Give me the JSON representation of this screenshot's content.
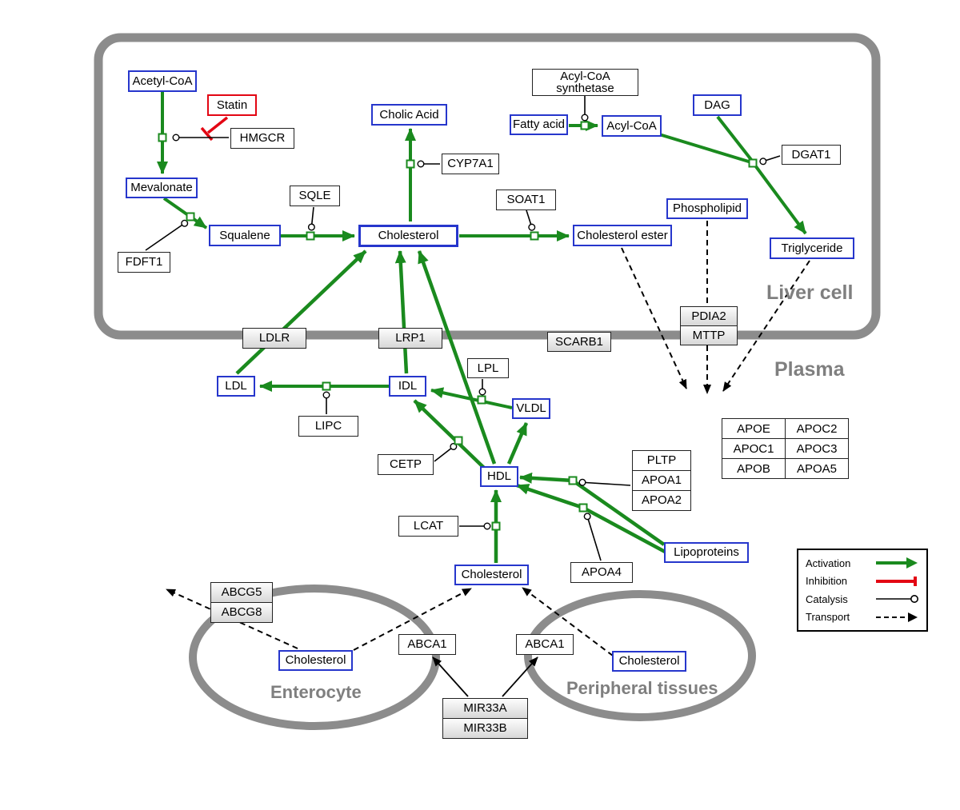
{
  "regions": {
    "liver_cell": "Liver cell",
    "plasma": "Plasma",
    "enterocyte": "Enterocyte",
    "peripheral_tissues": "Peripheral tissues"
  },
  "nodes": {
    "acetyl_coa": "Acetyl-CoA",
    "statin": "Statin",
    "hmgcr": "HMGCR",
    "mevalonate": "Mevalonate",
    "fdft1": "FDFT1",
    "squalene": "Squalene",
    "sqle": "SQLE",
    "cholic_acid": "Cholic Acid",
    "cyp7a1": "CYP7A1",
    "cholesterol_liver": "Cholesterol",
    "soat1": "SOAT1",
    "cholesterol_ester": "Cholesterol ester",
    "acyl_coa_synthetase": "Acyl-CoA synthetase",
    "fatty_acid": "Fatty acid",
    "acyl_coa": "Acyl-CoA",
    "dag": "DAG",
    "dgat1": "DGAT1",
    "phospholipid": "Phospholipid",
    "triglyceride": "Triglyceride",
    "ldlr": "LDLR",
    "lrp1": "LRP1",
    "scarb1": "SCARB1",
    "pdia2": "PDIA2",
    "mttp": "MTTP",
    "ldl": "LDL",
    "idl": "IDL",
    "lipc": "LIPC",
    "lpl": "LPL",
    "vldl": "VLDL",
    "cetp": "CETP",
    "hdl": "HDL",
    "pltp": "PLTP",
    "apoa1": "APOA1",
    "apoa2": "APOA2",
    "lcat": "LCAT",
    "apoa4": "APOA4",
    "lipoproteins": "Lipoproteins",
    "cholesterol_plasma": "Cholesterol",
    "abcg5": "ABCG5",
    "abcg8": "ABCG8",
    "cholesterol_enterocyte": "Cholesterol",
    "abca1_left": "ABCA1",
    "abca1_right": "ABCA1",
    "cholesterol_peripheral": "Cholesterol",
    "mir33a": "MIR33A",
    "mir33b": "MIR33B"
  },
  "apolipoprotein_table": {
    "rows": [
      [
        "APOE",
        "APOC2"
      ],
      [
        "APOC1",
        "APOC3"
      ],
      [
        "APOB",
        "APOA5"
      ]
    ]
  },
  "legend": {
    "items": [
      {
        "label": "Activation",
        "type": "activation"
      },
      {
        "label": "Inhibition",
        "type": "inhibition"
      },
      {
        "label": "Catalysis",
        "type": "catalysis"
      },
      {
        "label": "Transport",
        "type": "transport"
      }
    ]
  },
  "colors": {
    "activation_green": "#1a8a1e",
    "inhibition_red": "#e30613",
    "metabolite_border_blue": "#2636cc",
    "membrane_gray": "#8c8c8c",
    "region_label_gray": "#7f7f7f"
  }
}
